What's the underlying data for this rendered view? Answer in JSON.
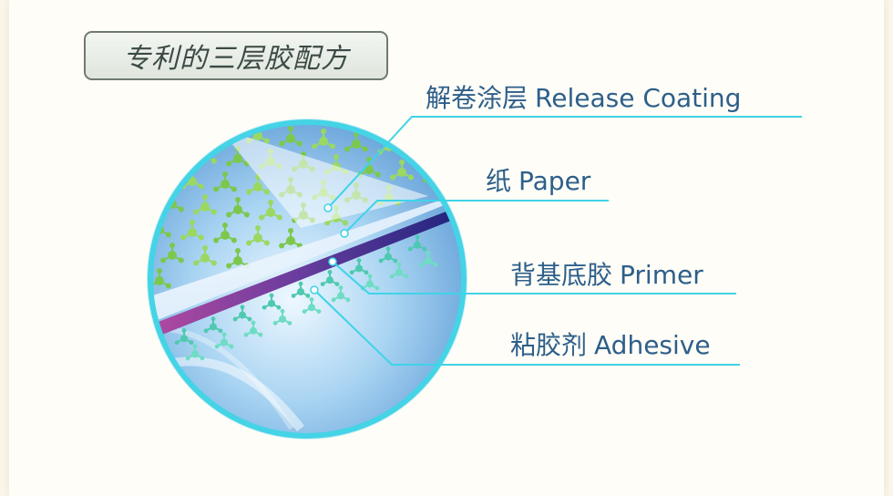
{
  "title": "专利的三层胶配方",
  "layers": [
    {
      "id": "release",
      "cn": "解卷涂层",
      "en": "Release Coating"
    },
    {
      "id": "paper",
      "cn": "纸",
      "en": "Paper"
    },
    {
      "id": "primer",
      "cn": "背基底胶",
      "en": "Primer"
    },
    {
      "id": "adhesive",
      "cn": "粘胶剂",
      "en": "Adhesive"
    }
  ],
  "colors": {
    "background": "#fbf7ec",
    "circle_border": "#4dd7e6",
    "leader_line": "#3fd3e8",
    "label_text": "#2d5f8a",
    "molecule_green": "#8cd35a",
    "molecule_teal": "#5fd1b8",
    "primer_band": "#2b2f8c",
    "adhesive_band": "#9a4aa0"
  }
}
